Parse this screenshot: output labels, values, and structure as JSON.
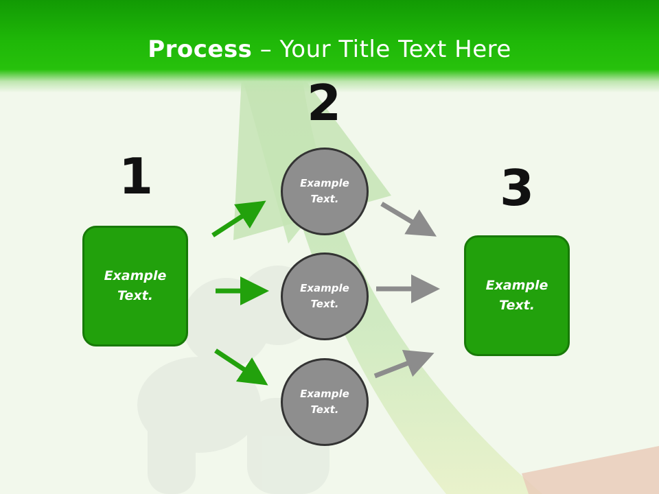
{
  "slide": {
    "title_bold": "Process",
    "title_rest": " – Your Title Text Here"
  },
  "steps": {
    "n1": "1",
    "n2": "2",
    "n3": "3"
  },
  "boxes": {
    "left": {
      "line1": "Example",
      "line2": "Text."
    },
    "right": {
      "line1": "Example",
      "line2": "Text."
    }
  },
  "circles": [
    {
      "line1": "Example",
      "line2": "Text."
    },
    {
      "line1": "Example",
      "line2": "Text."
    },
    {
      "line1": "Example",
      "line2": "Text."
    }
  ],
  "colors": {
    "header": "#1fb808",
    "box_fill": "#22a10c",
    "circle_fill": "#8e8e8e",
    "arrow_green": "#22a10c",
    "arrow_gray": "#8c8c8c"
  }
}
